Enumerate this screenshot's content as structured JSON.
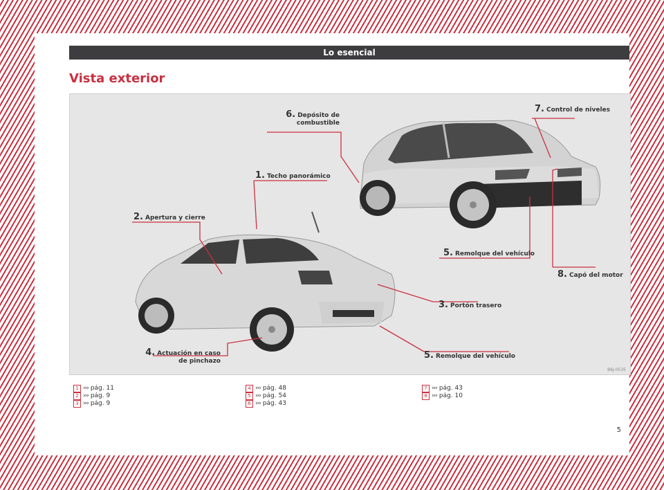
{
  "header": {
    "title": "Lo esencial"
  },
  "section": {
    "title": "Vista exterior"
  },
  "figure": {
    "code": "B6J-0535",
    "callouts": [
      {
        "num": "1.",
        "label": "Techo panorámico"
      },
      {
        "num": "2.",
        "label": "Apertura y cierre"
      },
      {
        "num": "3.",
        "label": "Portón trasero"
      },
      {
        "num": "4.",
        "label1": "Actuación en caso",
        "label2": "de pinchazo"
      },
      {
        "num": "5.",
        "label": "Remolque del vehículo"
      },
      {
        "num": "5.",
        "label": "Remolque del vehículo"
      },
      {
        "num": "6.",
        "label1": "Depósito de",
        "label2": "combustible"
      },
      {
        "num": "7.",
        "label": "Control de niveles"
      },
      {
        "num": "8.",
        "label": "Capó del motor"
      }
    ]
  },
  "references": [
    {
      "badge": "1",
      "arrow": "›››",
      "text": "pág. 11"
    },
    {
      "badge": "2",
      "arrow": "›››",
      "text": "pág. 9"
    },
    {
      "badge": "3",
      "arrow": "›››",
      "text": "pág. 9"
    },
    {
      "badge": "4",
      "arrow": "›››",
      "text": "pág. 48"
    },
    {
      "badge": "5",
      "arrow": "›››",
      "text": "pág. 54"
    },
    {
      "badge": "6",
      "arrow": "›››",
      "text": "pág. 43"
    },
    {
      "badge": "7",
      "arrow": "›››",
      "text": "pág. 43"
    },
    {
      "badge": "8",
      "arrow": "›››",
      "text": "pág. 10"
    }
  ],
  "page_number": "5",
  "colors": {
    "accent": "#c9303f",
    "header_bg": "#3d3d3f",
    "figure_bg": "#e6e6e6"
  }
}
